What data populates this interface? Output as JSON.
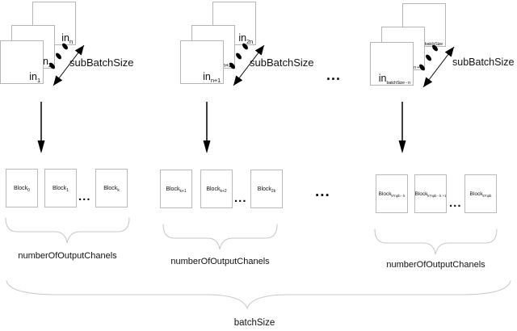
{
  "input_groups": [
    {
      "front": {
        "base": "in",
        "sub": "1"
      },
      "middle": {
        "base": "in",
        "sub": "2"
      },
      "back": {
        "base": "in",
        "sub": "n"
      },
      "arrow_label": "subBatchSize"
    },
    {
      "front": {
        "base": "in",
        "sub": "n+1"
      },
      "middle": {
        "base": "in",
        "sub": "n+2"
      },
      "back": {
        "base": "in",
        "sub": "2n"
      },
      "arrow_label": "subBatchSize"
    },
    {
      "front": {
        "base": "in",
        "sub": "batchSize - n"
      },
      "middle": {
        "base": "in",
        "sub": "batchSize - n +1"
      },
      "back": {
        "base": "in",
        "sub": "batchSize"
      },
      "arrow_label": "subBatchSize"
    }
  ],
  "ellipses": {
    "top": "...",
    "mid": "...",
    "blocks1": "...",
    "blocks2": "...",
    "blocks3": "..."
  },
  "block_groups": [
    {
      "blocks": [
        {
          "base": "Block",
          "sub": "0"
        },
        {
          "base": "Block",
          "sub": "1"
        },
        {
          "base": "Block",
          "sub": "k"
        }
      ],
      "brace_label": "numberOfOutputChanels"
    },
    {
      "blocks": [
        {
          "base": "Block",
          "sub": "k+1"
        },
        {
          "base": "Block",
          "sub": "k+2"
        },
        {
          "base": "Block",
          "sub": "2k"
        }
      ],
      "brace_label": "numberOfOutputChanels"
    },
    {
      "blocks": [
        {
          "base": "Block",
          "sub": "k*npb - k"
        },
        {
          "base": "Block",
          "sub": "k*npb - k +1"
        },
        {
          "base": "Block",
          "sub": "k*npb"
        }
      ],
      "brace_label": "numberOfOutputChanels"
    }
  ],
  "bottom_label": "batchSize",
  "colors": {
    "square_border": "#b5b5b5",
    "brace": "#c9c9c9",
    "arrow": "#000000",
    "text": "#111111"
  }
}
